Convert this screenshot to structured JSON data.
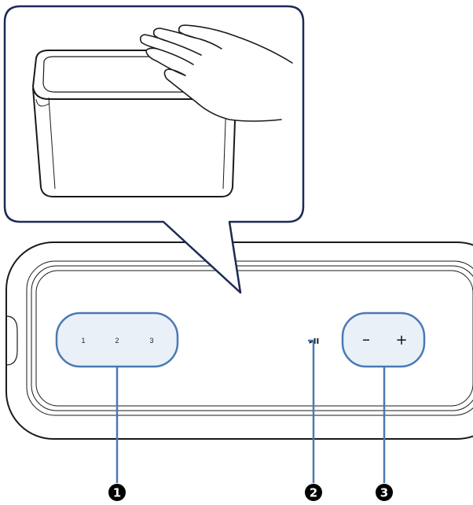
{
  "touch_panel": {
    "preset_buttons": [
      "1",
      "2",
      "3"
    ],
    "play_pause_symbol": "▸II",
    "volume_down_symbol": "–",
    "volume_up_symbol": "+"
  },
  "callouts": [
    {
      "label": "1"
    },
    {
      "label": "2"
    },
    {
      "label": "3"
    }
  ],
  "colors": {
    "highlight": "#4a79b3",
    "highlight_fill": "#e9f0f8",
    "outline": "#1a1a1a",
    "badge": "#000000"
  }
}
